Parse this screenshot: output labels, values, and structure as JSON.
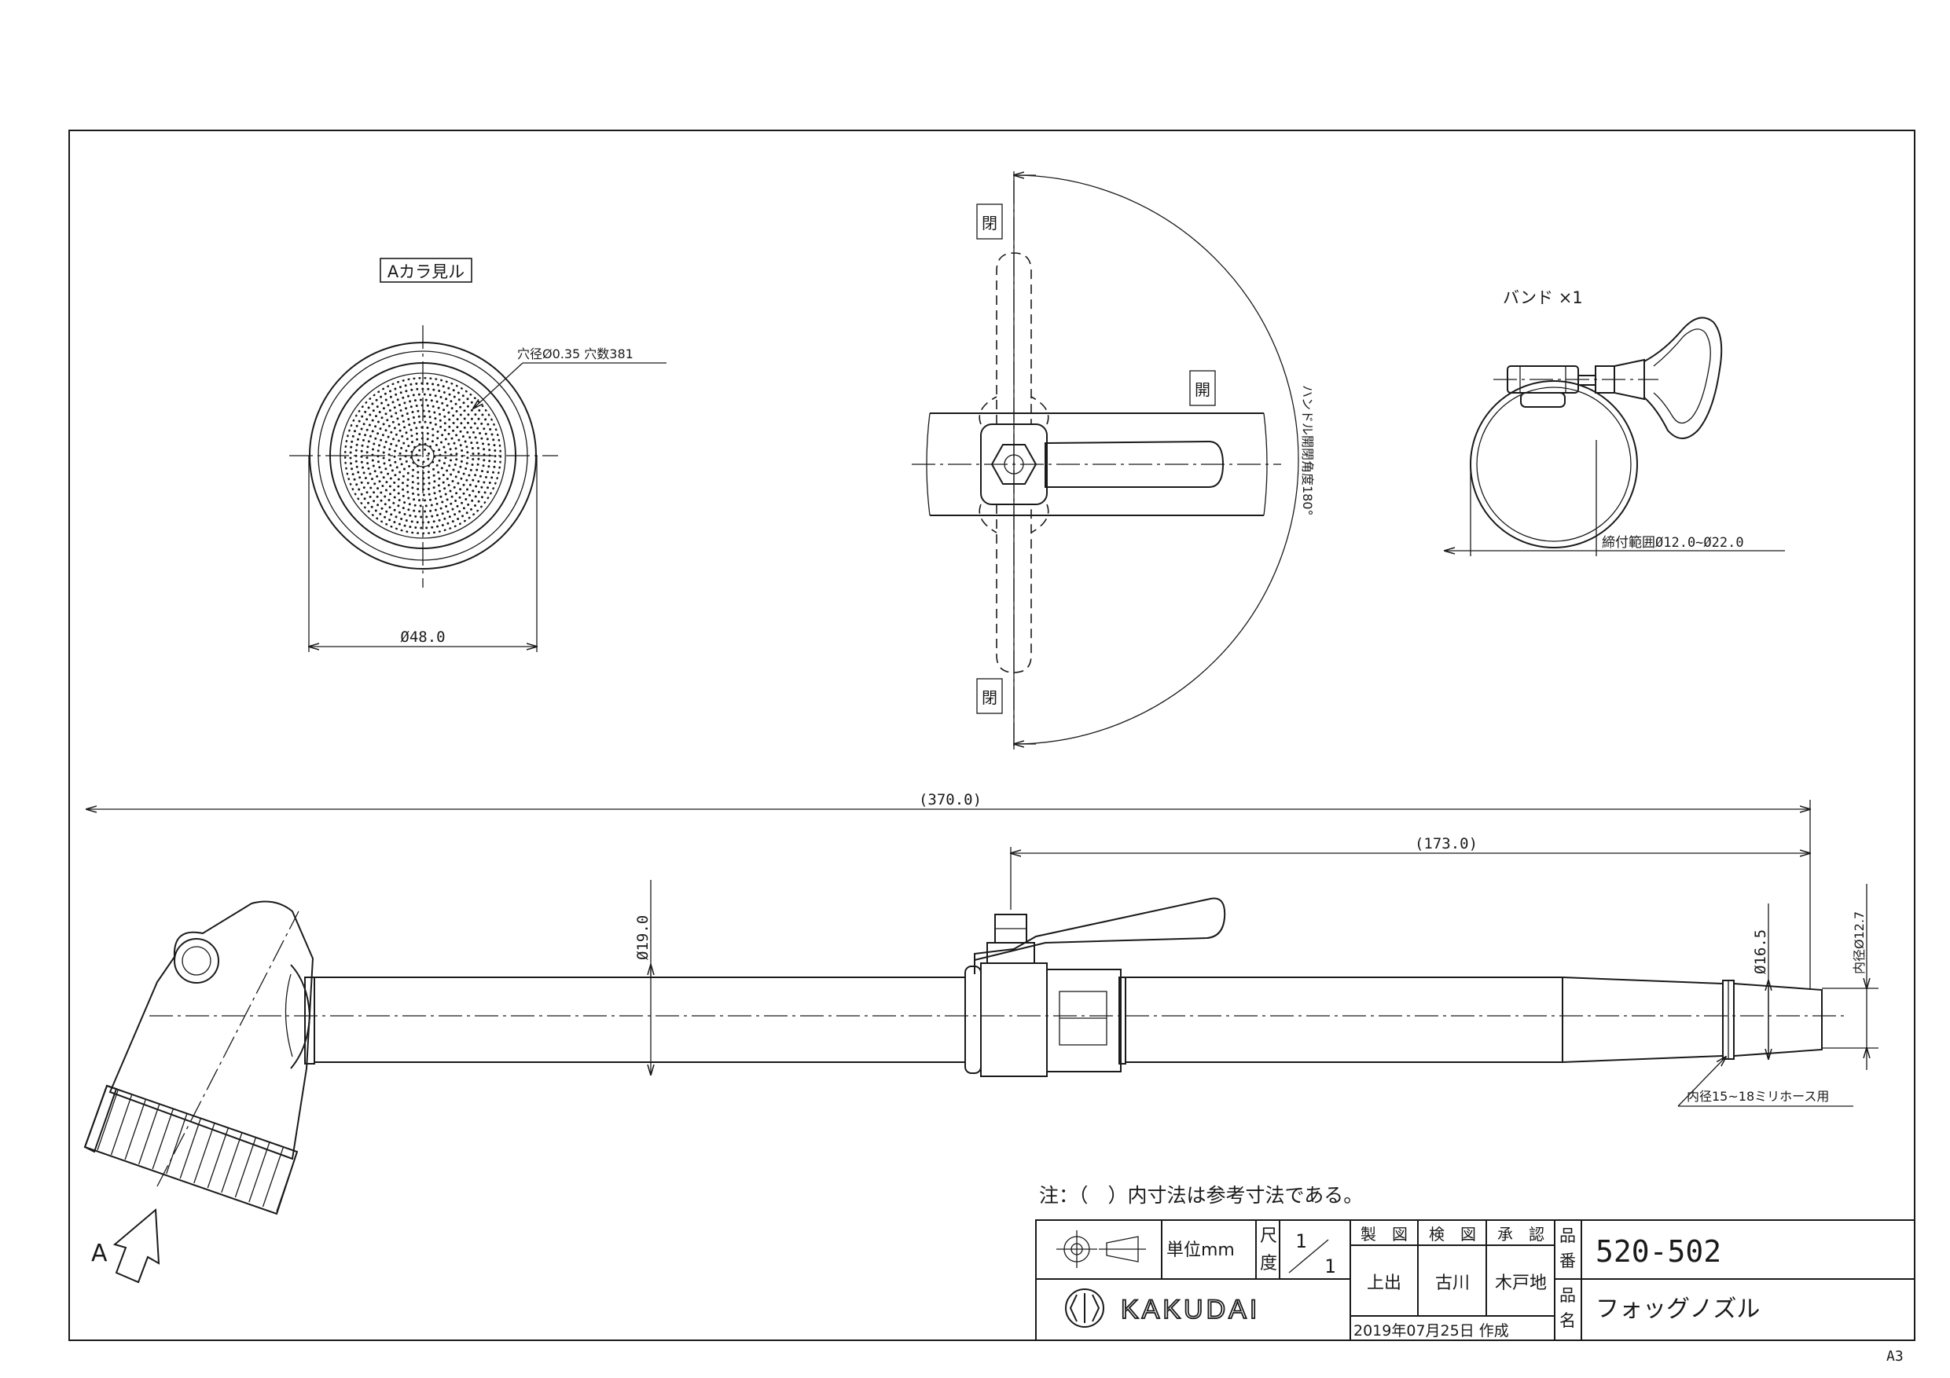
{
  "view_a": {
    "label": "Aカラ見ル",
    "hole_note": "穴径Ø0.35  穴数381",
    "diameter": "Ø48.0"
  },
  "handle_view": {
    "closed_top": "閉",
    "open": "開",
    "closed_bottom": "閉",
    "angle_note": "ハンドル開閉角度180°"
  },
  "band": {
    "title": "バンド  ×1",
    "range": "締付範囲Ø12.0~Ø22.0"
  },
  "side_view": {
    "overall_length": "(370.0)",
    "valve_length": "(173.0)",
    "pipe_dia": "Ø19.0",
    "tip_dia": "Ø16.5",
    "inner_dia": "内径Ø12.7",
    "hose_note": "内径15~18ミリホース用",
    "arrow_label": "A"
  },
  "note": "注：（　）内寸法は参考寸法である。",
  "title_block": {
    "unit_label": "単位mm",
    "scale_label_1": "尺",
    "scale_label_2": "度",
    "scale_num": "1",
    "scale_den": "1",
    "head_drawn": "製　図",
    "head_checked": "検　図",
    "head_approved": "承　認",
    "drawn_by": "上出",
    "checked_by": "古川",
    "approved_by": "木戸地",
    "part_no_label_1": "品",
    "part_no_label_2": "番",
    "part_no": "520-502",
    "name_label_1": "品",
    "name_label_2": "名",
    "name": "フォッグノズル",
    "date": "2019年07月25日 作成",
    "brand": "KAKUDAI"
  },
  "sheet_size": "A3"
}
